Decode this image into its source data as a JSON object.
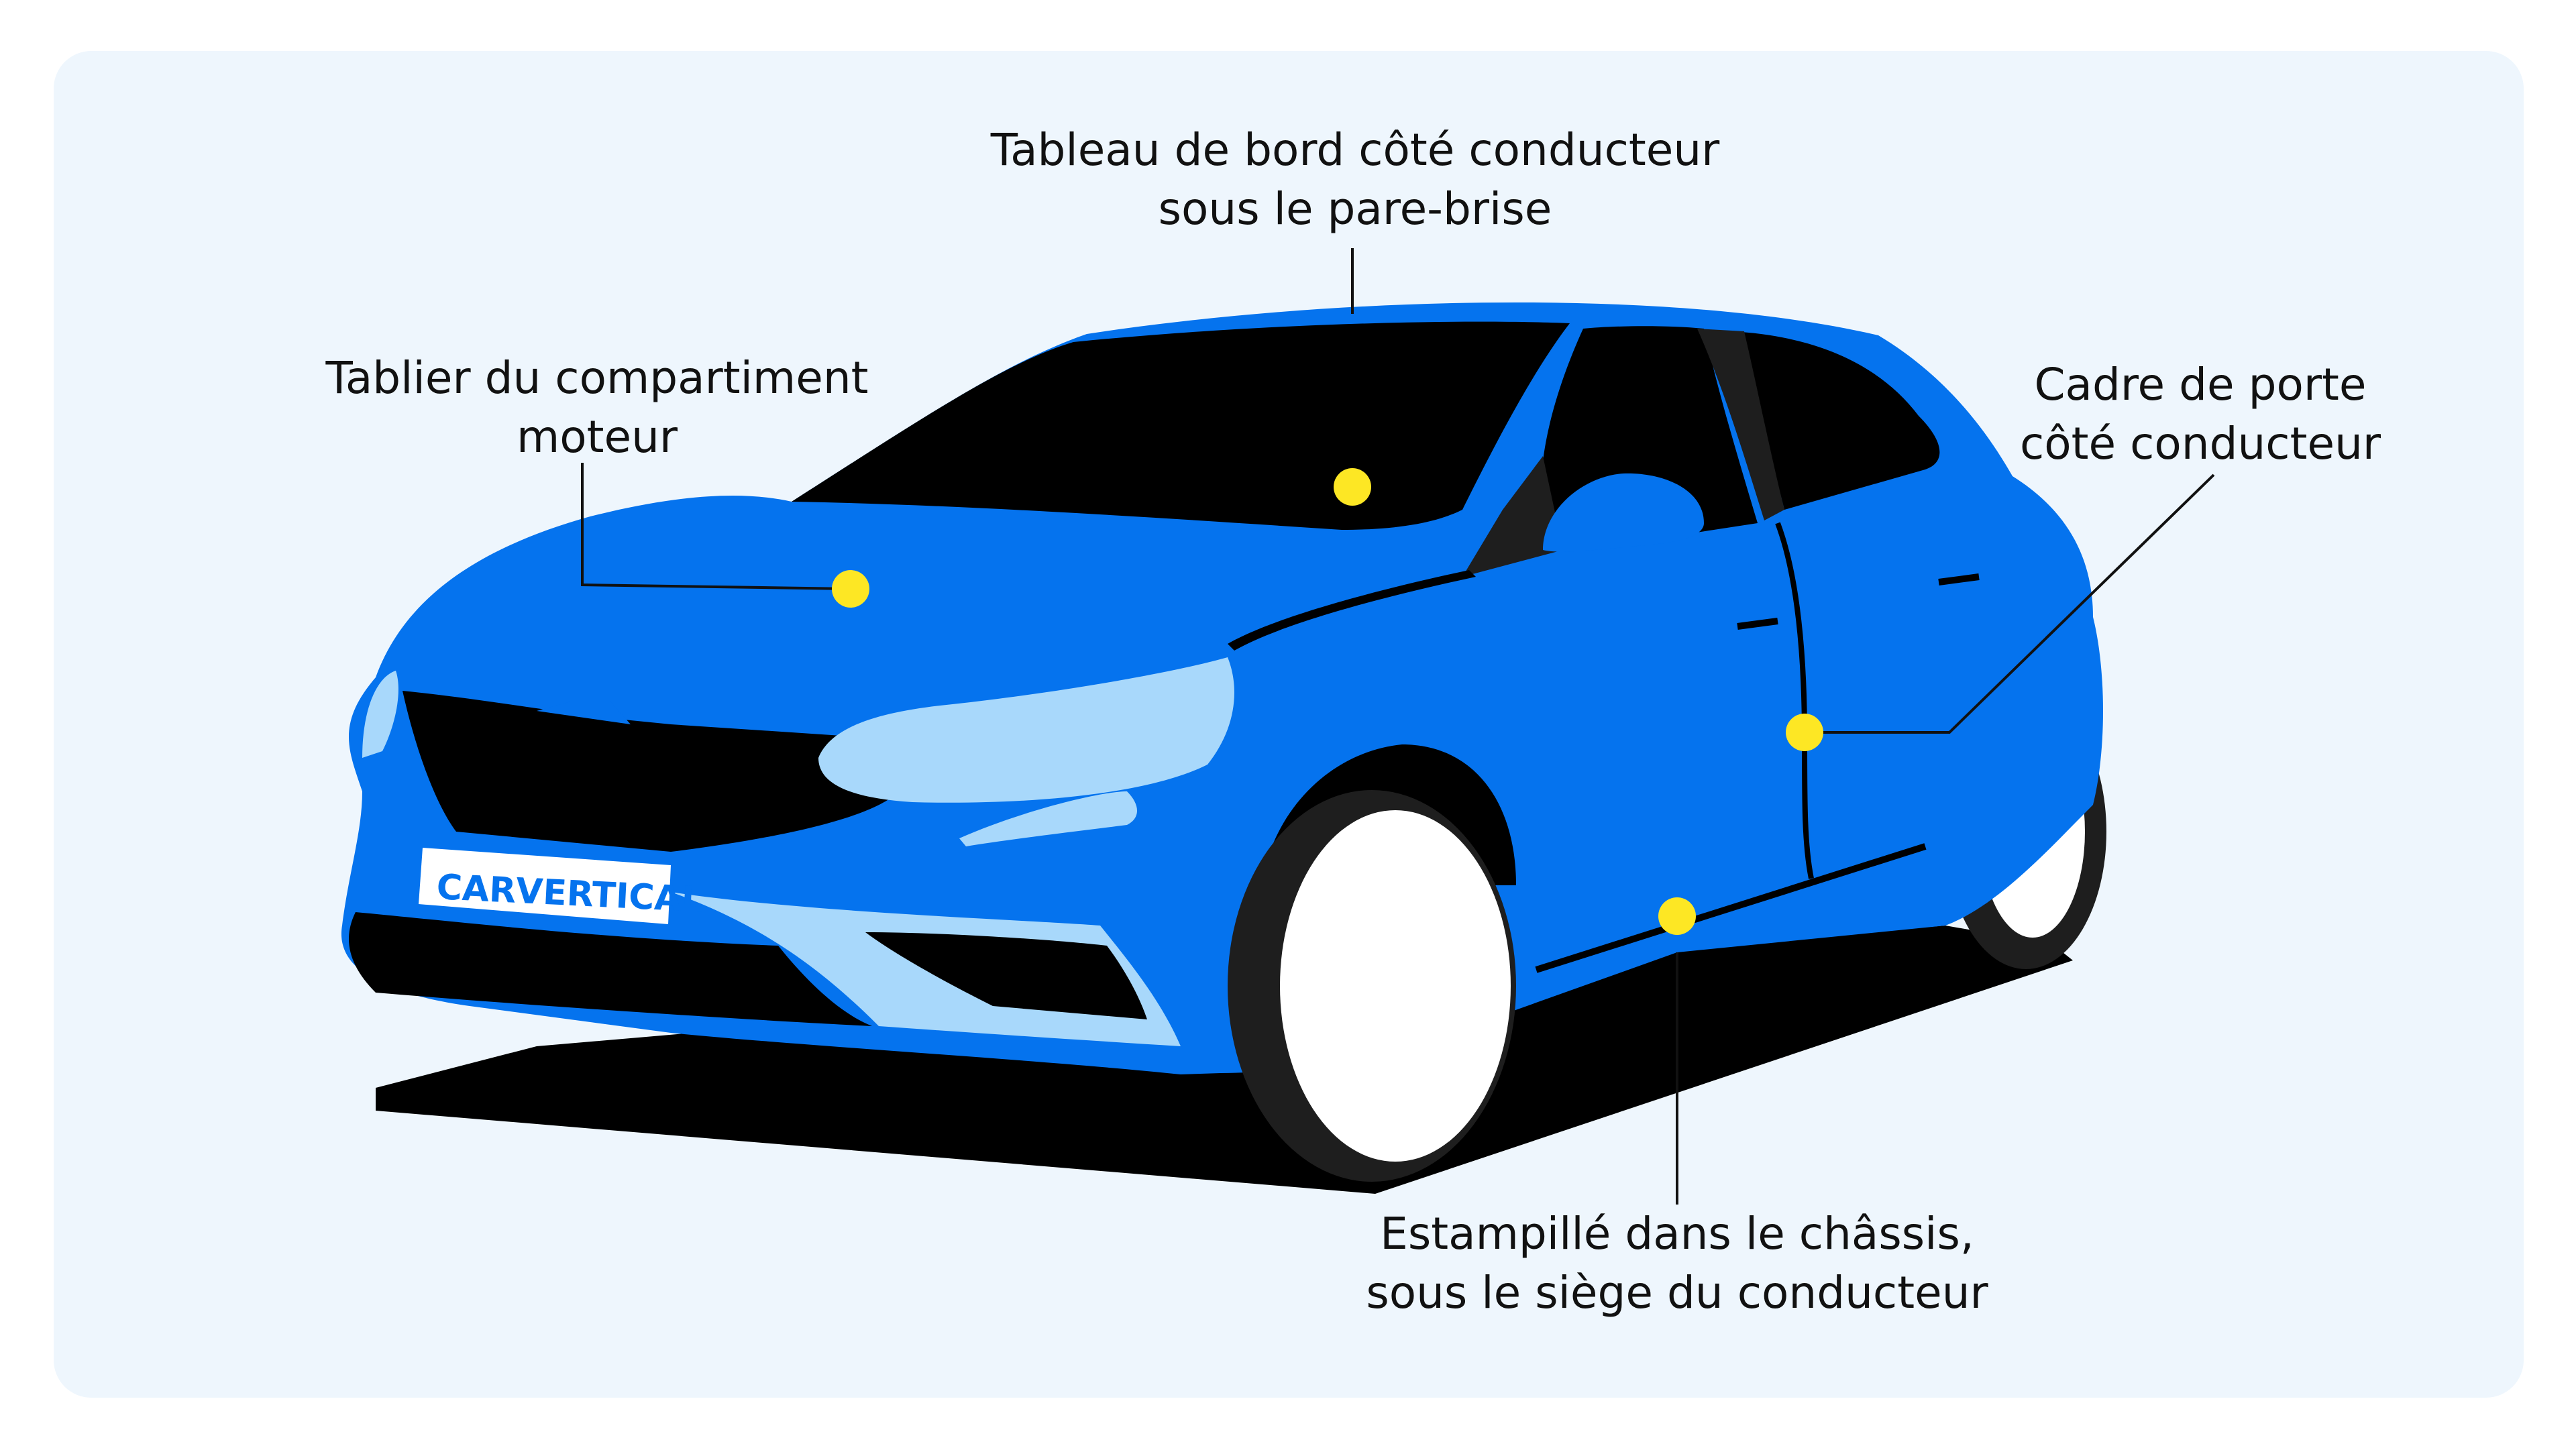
{
  "labels": {
    "dashboard": {
      "line1": "Tableau de bord côté conducteur",
      "line2": "sous le pare-brise"
    },
    "bulkhead": {
      "line1": "Tablier du compartiment",
      "line2": "moteur"
    },
    "door": {
      "line1": "Cadre de porte",
      "line2": "côté conducteur"
    },
    "chassis": {
      "line1": "Estampillé dans le châssis,",
      "line2": "sous le siège du conducteur"
    }
  },
  "plate": {
    "text": "CARVERTICAL"
  },
  "colors": {
    "background_panel": "#eef6fd",
    "car_body": "#0573ee",
    "car_dark": "#000000",
    "light_blue": "#a8d8fb",
    "marker": "#fde724"
  }
}
